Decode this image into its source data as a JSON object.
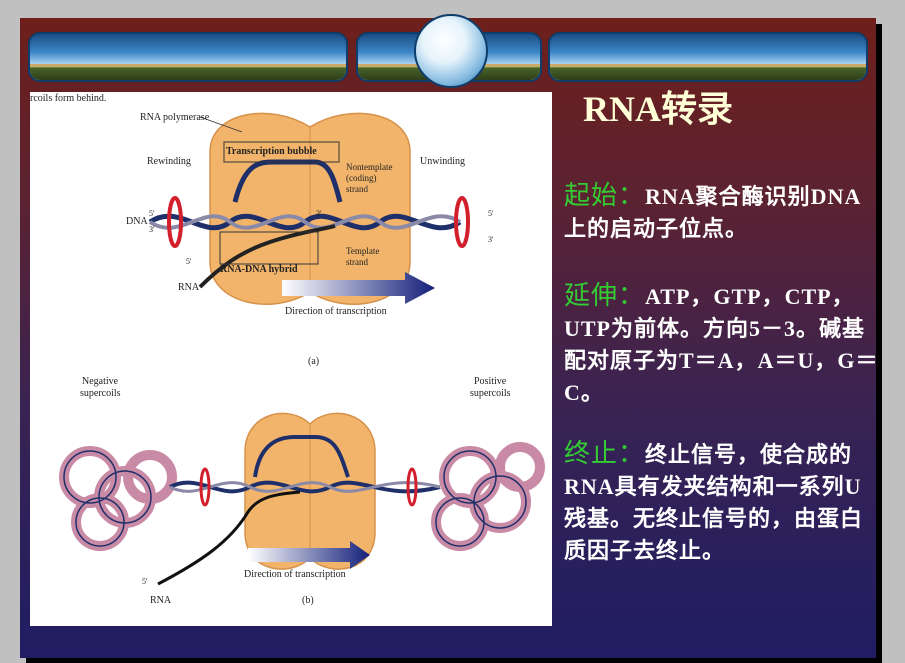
{
  "title": "RNA转录",
  "sections": [
    {
      "label": "起始：",
      "text": "RNA聚合酶识别DNA上的启动子位点。"
    },
    {
      "label": "延伸：",
      "text": "ATP，GTP，CTP，UTP为前体。方向5－3。碱基配对原子为T＝A，A＝U，G＝C。"
    },
    {
      "label": "终止：",
      "text": "终止信号，使合成的RNA具有发夹结构和一系列U残基。无终止信号的，由蛋白质因子去终止。"
    }
  ],
  "figure": {
    "caption_top": "rcoils form behind.",
    "panel_a": {
      "rna_polymerase": "RNA polymerase",
      "transcription_bubble": "Transcription bubble",
      "rewinding": "Rewinding",
      "unwinding": "Unwinding",
      "nontemplate_line1": "Nontemplate",
      "nontemplate_line2": "(coding)",
      "nontemplate_line3": "strand",
      "template_line1": "Template",
      "template_line2": "strand",
      "dna": "DNA",
      "five_prime": "5'",
      "three_prime": "3'",
      "rna": "RNA",
      "hybrid": "RNA-DNA hybrid",
      "direction": "Direction of transcription",
      "label": "(a)"
    },
    "panel_b": {
      "negative_line1": "Negative",
      "negative_line2": "supercoils",
      "positive_line1": "Positive",
      "positive_line2": "supercoils",
      "direction": "Direction of transcription",
      "five_prime": "5'",
      "rna": "RNA",
      "label": "(b)"
    }
  }
}
